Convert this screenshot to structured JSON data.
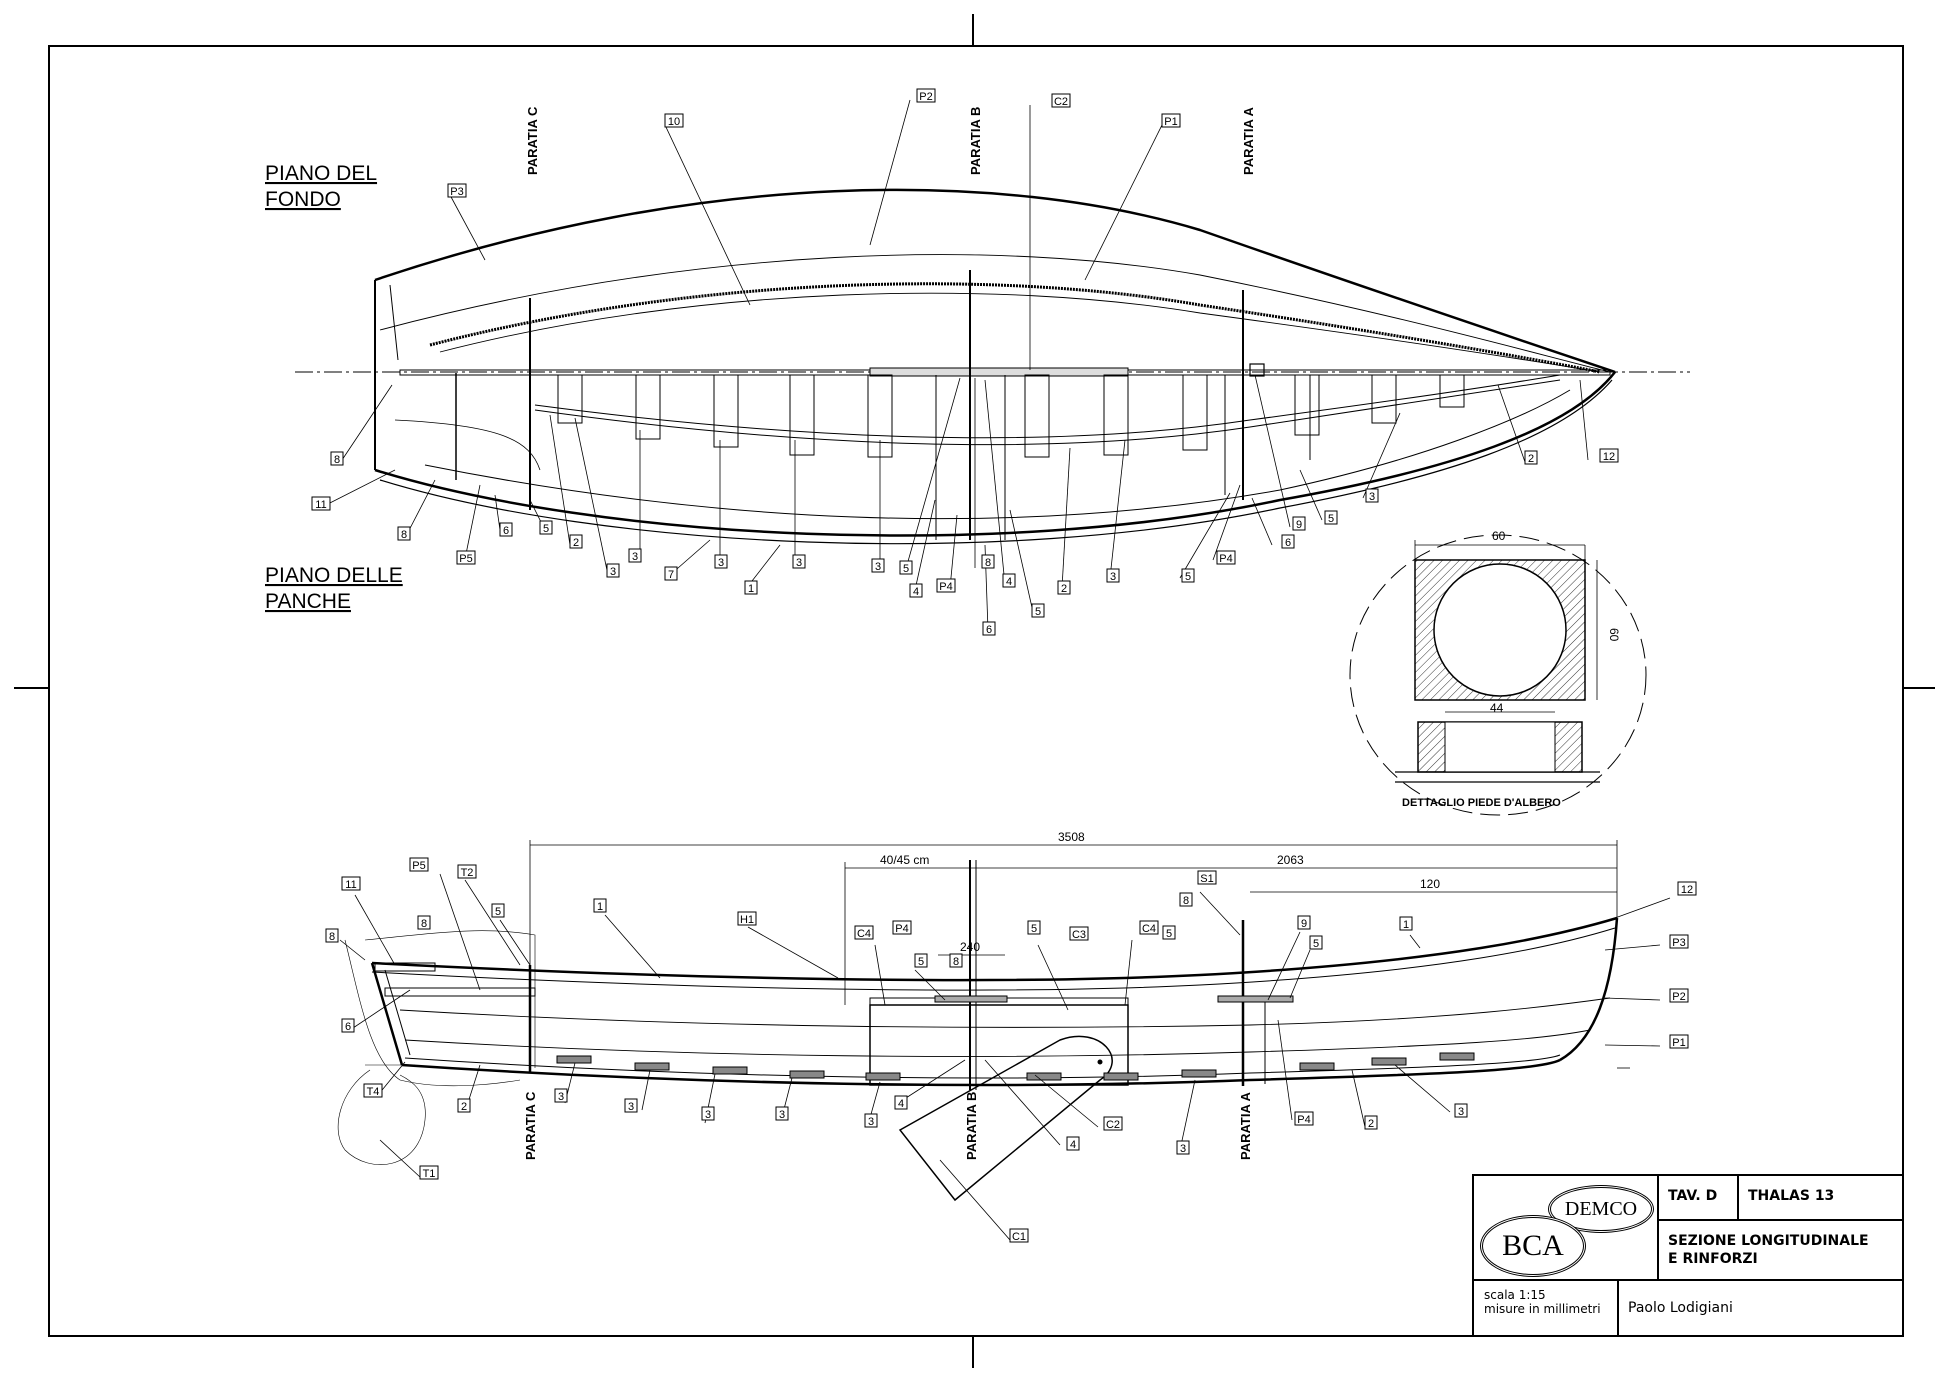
{
  "plan_titles": {
    "bottom": "PIANO DEL\nFONDO",
    "benches": "PIANO DELLE\nPANCHE"
  },
  "bulkheads": {
    "c": "PARATIA C",
    "b": "PARATIA B",
    "a": "PARATIA A"
  },
  "plan_labels": [
    {
      "id": "pl-p2",
      "text": "P2"
    },
    {
      "id": "pl-c2",
      "text": "C2"
    },
    {
      "id": "pl-p1",
      "text": "P1"
    },
    {
      "id": "pl-10",
      "text": "10"
    },
    {
      "id": "pl-p3",
      "text": "P3"
    },
    {
      "id": "pl-8a",
      "text": "8"
    },
    {
      "id": "pl-11",
      "text": "11"
    },
    {
      "id": "pl-8b",
      "text": "8"
    },
    {
      "id": "pl-p5",
      "text": "P5"
    },
    {
      "id": "pl-6a",
      "text": "6"
    },
    {
      "id": "pl-5a",
      "text": "5"
    },
    {
      "id": "pl-2a",
      "text": "2"
    },
    {
      "id": "pl-3a",
      "text": "3"
    },
    {
      "id": "pl-7",
      "text": "7"
    },
    {
      "id": "pl-3b",
      "text": "3"
    },
    {
      "id": "pl-3c",
      "text": "3"
    },
    {
      "id": "pl-1",
      "text": "1"
    },
    {
      "id": "pl-3d",
      "text": "3"
    },
    {
      "id": "pl-3e",
      "text": "3"
    },
    {
      "id": "pl-5b",
      "text": "5"
    },
    {
      "id": "pl-4a",
      "text": "4"
    },
    {
      "id": "pl-p4a",
      "text": "P4"
    },
    {
      "id": "pl-8c",
      "text": "8"
    },
    {
      "id": "pl-4b",
      "text": "4"
    },
    {
      "id": "pl-6b",
      "text": "6"
    },
    {
      "id": "pl-5c",
      "text": "5"
    },
    {
      "id": "pl-2b",
      "text": "2"
    },
    {
      "id": "pl-3f",
      "text": "3"
    },
    {
      "id": "pl-5d",
      "text": "5"
    },
    {
      "id": "pl-p4b",
      "text": "P4"
    },
    {
      "id": "pl-6c",
      "text": "6"
    },
    {
      "id": "pl-9",
      "text": "9"
    },
    {
      "id": "pl-5e",
      "text": "5"
    },
    {
      "id": "pl-3g",
      "text": "3"
    },
    {
      "id": "pl-2c",
      "text": "2"
    },
    {
      "id": "pl-12",
      "text": "12"
    }
  ],
  "detail": {
    "title": "DETTAGLIO PIEDE D'ALBERO",
    "width": "60",
    "height": "60",
    "bore": "44"
  },
  "profile_dims": {
    "overall": "3508",
    "mast_to_bow": "2063",
    "mast_offset": "40/45 cm",
    "centerboard": "240",
    "bow": "120"
  },
  "profile_labels": [
    {
      "id": "sl-11",
      "text": "11"
    },
    {
      "id": "sl-p5",
      "text": "P5"
    },
    {
      "id": "sl-t2",
      "text": "T2"
    },
    {
      "id": "sl-5a",
      "text": "5"
    },
    {
      "id": "sl-1a",
      "text": "1"
    },
    {
      "id": "sl-h1",
      "text": "H1"
    },
    {
      "id": "sl-c4a",
      "text": "C4"
    },
    {
      "id": "sl-p4a",
      "text": "P4"
    },
    {
      "id": "sl-5b",
      "text": "5"
    },
    {
      "id": "sl-5c",
      "text": "5"
    },
    {
      "id": "sl-8a",
      "text": "8"
    },
    {
      "id": "sl-c3",
      "text": "C3"
    },
    {
      "id": "sl-c4b",
      "text": "C4"
    },
    {
      "id": "sl-s1",
      "text": "S1"
    },
    {
      "id": "sl-8b",
      "text": "8"
    },
    {
      "id": "sl-9",
      "text": "9"
    },
    {
      "id": "sl-5d",
      "text": "5"
    },
    {
      "id": "sl-5e",
      "text": "5"
    },
    {
      "id": "sl-1b",
      "text": "1"
    },
    {
      "id": "sl-12",
      "text": "12"
    },
    {
      "id": "sl-8c",
      "text": "8"
    },
    {
      "id": "sl-8d",
      "text": "8"
    },
    {
      "id": "sl-6",
      "text": "6"
    },
    {
      "id": "sl-p3",
      "text": "P3"
    },
    {
      "id": "sl-p2",
      "text": "P2"
    },
    {
      "id": "sl-p1",
      "text": "P1"
    },
    {
      "id": "sl-t4",
      "text": "T4"
    },
    {
      "id": "sl-2a",
      "text": "2"
    },
    {
      "id": "sl-3a",
      "text": "3"
    },
    {
      "id": "sl-3b",
      "text": "3"
    },
    {
      "id": "sl-3c",
      "text": "3"
    },
    {
      "id": "sl-3d",
      "text": "3"
    },
    {
      "id": "sl-4a",
      "text": "4"
    },
    {
      "id": "sl-3e",
      "text": "3"
    },
    {
      "id": "sl-4b",
      "text": "4"
    },
    {
      "id": "sl-c2",
      "text": "C2"
    },
    {
      "id": "sl-3f",
      "text": "3"
    },
    {
      "id": "sl-p4b",
      "text": "P4"
    },
    {
      "id": "sl-2b",
      "text": "2"
    },
    {
      "id": "sl-3g",
      "text": "3"
    },
    {
      "id": "sl-t1",
      "text": "T1"
    },
    {
      "id": "sl-c1",
      "text": "C1"
    }
  ],
  "title_block": {
    "logo_top": "DEMCO",
    "logo_bottom": "BCA",
    "sheet": "TAV. D",
    "project": "THALAS 13",
    "title": "SEZIONE LONGITUDINALE\nE RINFORZI",
    "scale": "scala 1:15\nmisure in millimetri",
    "author": "Paolo Lodigiani"
  }
}
